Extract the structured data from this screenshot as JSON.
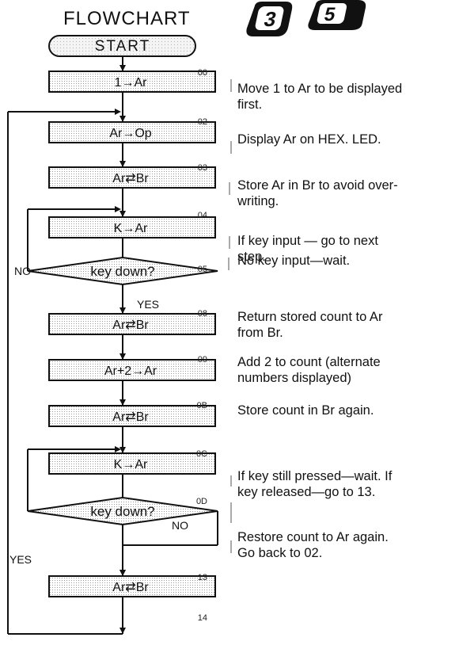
{
  "title": "FLOWCHART",
  "start_label": "START",
  "key_icons": [
    "3",
    "5"
  ],
  "steps": [
    {
      "addr": "00",
      "label": "1→Ar"
    },
    {
      "addr": "02",
      "label": "Ar→Op"
    },
    {
      "addr": "03",
      "label": "Ar⇄Br"
    },
    {
      "addr": "04",
      "label": "K→Ar"
    },
    {
      "addr": "05",
      "label": "key down?"
    },
    {
      "addr": "08",
      "label": "Ar⇄Br"
    },
    {
      "addr": "09",
      "label": "Ar+2→Ar"
    },
    {
      "addr": "0B",
      "label": "Ar⇄Br"
    },
    {
      "addr": "0C",
      "label": "K→Ar"
    },
    {
      "addr": "0D",
      "label": "key down?"
    },
    {
      "addr": "13",
      "label": "Ar⇄Br"
    }
  ],
  "end_addr": "14",
  "branch_labels": {
    "d1_no": "NO",
    "d1_yes": "YES",
    "d2_no": "NO",
    "d2_yes": "YES"
  },
  "descriptions": [
    [
      "Move 1 to Ar to be displayed",
      "first."
    ],
    [
      "Display Ar on HEX. LED."
    ],
    [
      "Store Ar in Br to avoid over-",
      "writing."
    ],
    [
      "If key input — go to next",
      "step."
    ],
    [
      "No key input—wait."
    ],
    [
      "Return stored count to Ar",
      "from Br."
    ],
    [
      "Add 2 to count (alternate",
      "numbers displayed)"
    ],
    [
      "Store count in Br again."
    ],
    [
      "If key still pressed—wait. If",
      "key released—go to 13."
    ],
    [
      "Restore count to Ar again.",
      "Go back to 02."
    ]
  ]
}
